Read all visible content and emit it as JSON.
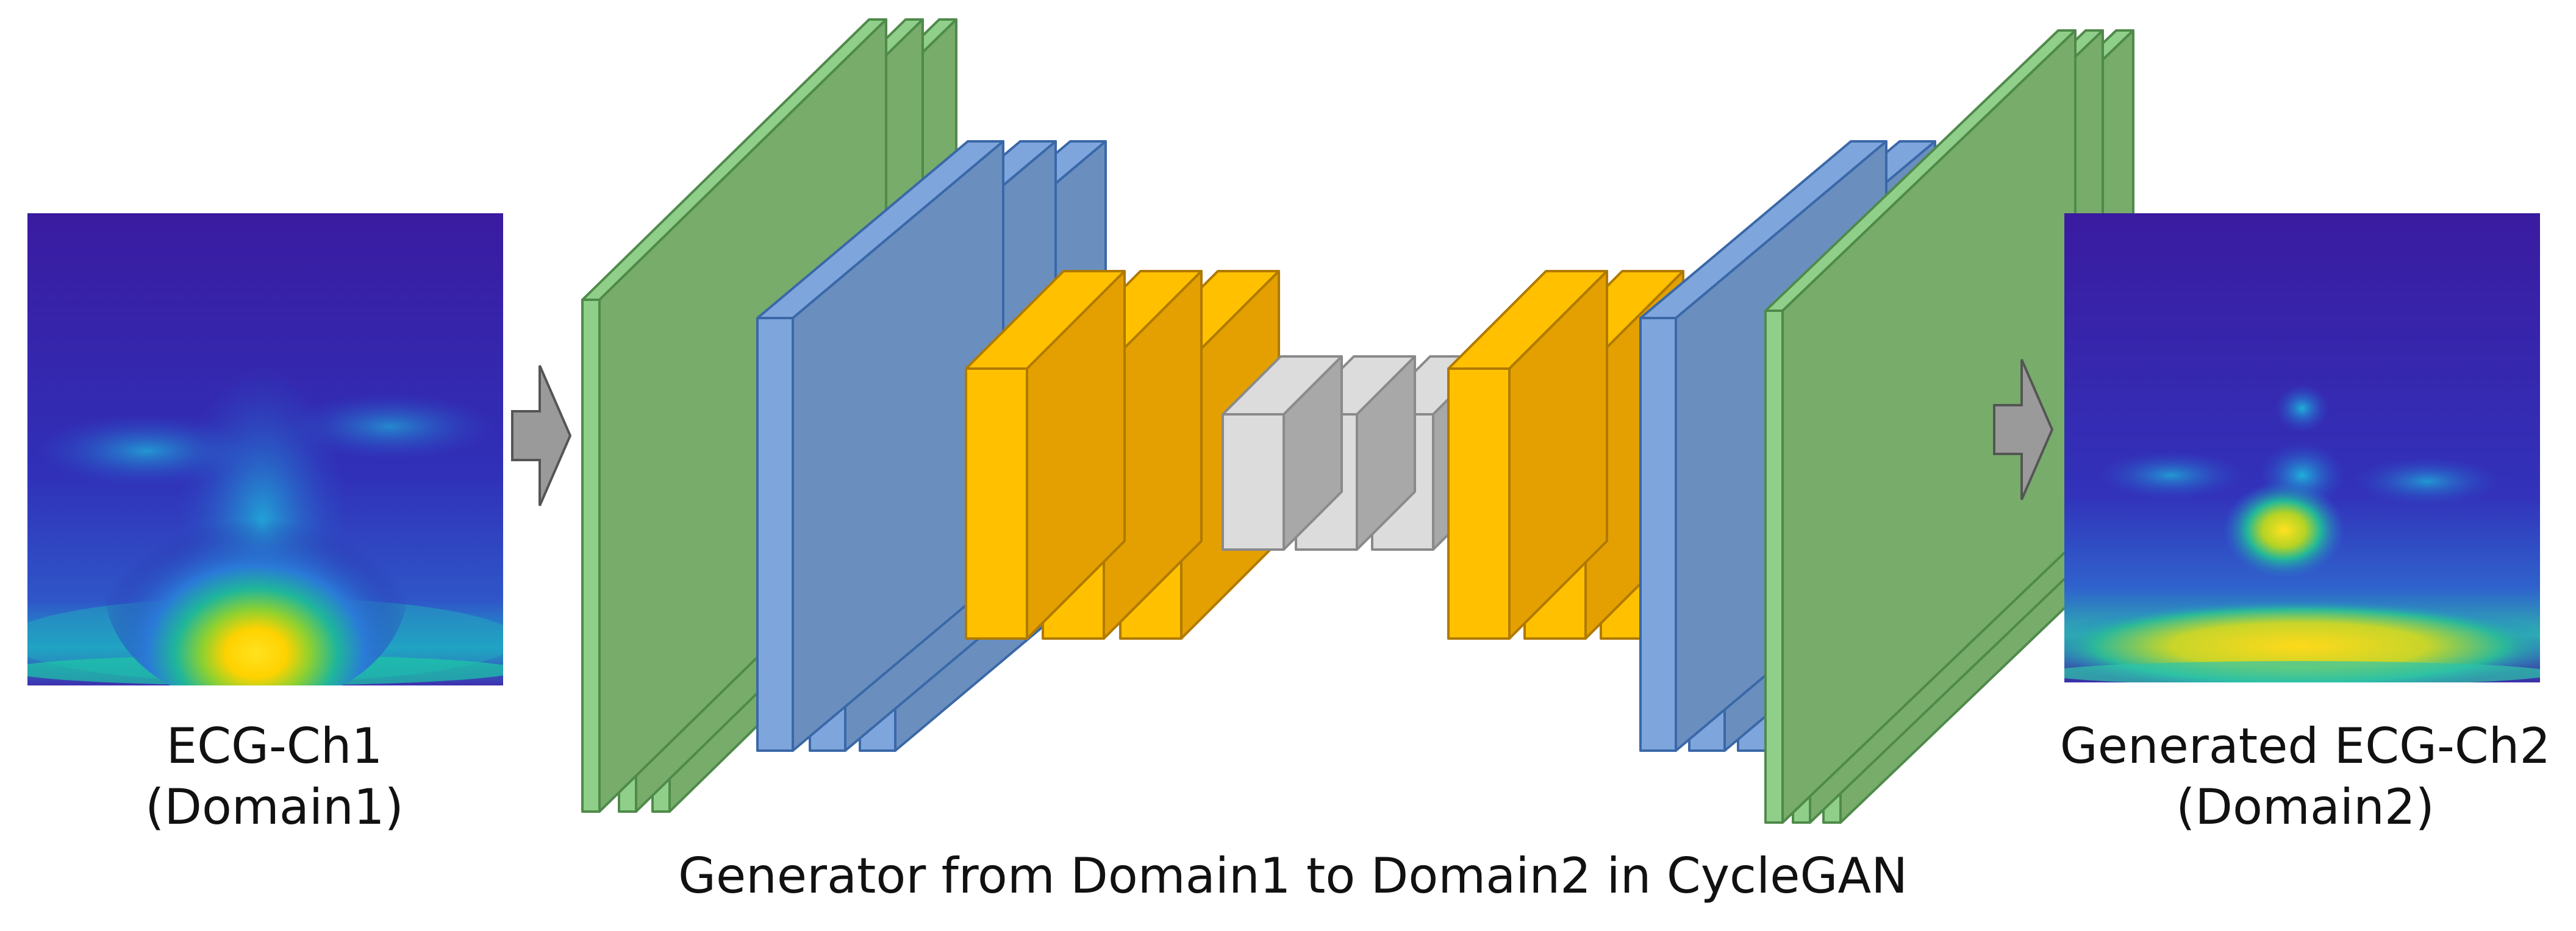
{
  "input": {
    "label_line1": "ECG-Ch1",
    "label_line2": "(Domain1)"
  },
  "output": {
    "label_line1": "Generated ECG-Ch2",
    "label_line2": "(Domain2)"
  },
  "caption": "Generator from Domain1 to Domain2 in CycleGAN",
  "colors": {
    "green_front": "#8fcf8a",
    "green_face": "#77ac6b",
    "blue_front": "#7fa6dc",
    "blue_face": "#6a8fbf",
    "yellow_front": "#ffc000",
    "yellow_face": "#e3a000",
    "gray_front": "#dcdcdc",
    "gray_face": "#a8a8a8",
    "arrow": "#9a9a9a",
    "spectrogram_bg": "#2a1a9e",
    "spectrogram_hot": "#ffe21f"
  },
  "icons": {
    "arrow_in": "right-arrow-icon",
    "arrow_out": "right-arrow-icon"
  }
}
